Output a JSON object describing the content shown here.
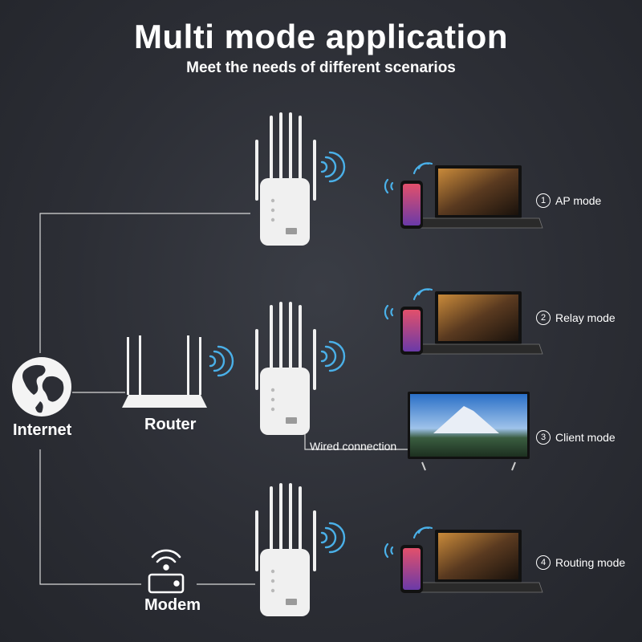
{
  "header": {
    "title": "Multi mode application",
    "subtitle": "Meet the needs of different scenarios"
  },
  "nodes": {
    "internet": "Internet",
    "router": "Router",
    "modem": "Modem"
  },
  "wired_label": "Wired connection",
  "modes": [
    {
      "num": "1",
      "label": "AP mode"
    },
    {
      "num": "2",
      "label": "Relay mode"
    },
    {
      "num": "3",
      "label": "Client mode"
    },
    {
      "num": "4",
      "label": "Routing mode"
    }
  ],
  "colors": {
    "background": "#2c2e35",
    "line": "#d8d8d8",
    "device": "#f2f2f2",
    "wifi": "#4ab0e8"
  }
}
